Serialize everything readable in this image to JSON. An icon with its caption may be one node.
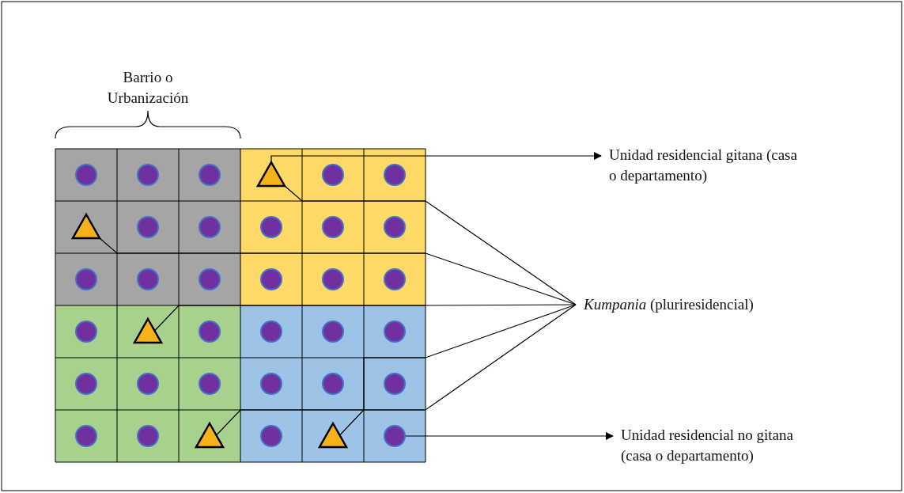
{
  "diagram": {
    "nodes": [
      {
        "text": [],
        "shape": "circle"
      },
      {
        "text": [],
        "shape": "circle"
      },
      {
        "text": [],
        "shape": "circle"
      },
      {
        "text": [],
        "shape": "triangle"
      },
      {
        "text": [],
        "shape": "circle"
      },
      {
        "text": [],
        "shape": "circle"
      },
      {
        "text": [],
        "shape": "triangle"
      },
      {
        "text": [],
        "shape": "circle"
      },
      {
        "text": [],
        "shape": "circle"
      },
      {
        "text": [],
        "shape": "circle"
      },
      {
        "text": [],
        "shape": "circle"
      },
      {
        "text": [],
        "shape": "circle"
      },
      {
        "text": [],
        "shape": "circle"
      },
      {
        "text": [],
        "shape": "circle"
      },
      {
        "text": [],
        "shape": "circle"
      },
      {
        "text": [],
        "shape": "circle"
      },
      {
        "text": [],
        "shape": "circle"
      },
      {
        "text": [],
        "shape": "circle"
      },
      {
        "text": [],
        "shape": "circle"
      },
      {
        "text": [],
        "shape": "triangle"
      },
      {
        "text": [],
        "shape": "circle"
      },
      {
        "text": [],
        "shape": "circle"
      },
      {
        "text": [],
        "shape": "circle"
      },
      {
        "text": [],
        "shape": "circle"
      },
      {
        "text": [],
        "shape": "circle"
      },
      {
        "text": [],
        "shape": "circle"
      },
      {
        "text": [],
        "shape": "circle"
      },
      {
        "text": [],
        "shape": "circle"
      },
      {
        "text": [],
        "shape": "circle"
      },
      {
        "text": [],
        "shape": "circle"
      },
      {
        "text": [],
        "shape": "circle"
      },
      {
        "text": [],
        "shape": "circle"
      },
      {
        "text": [],
        "shape": "triangle"
      },
      {
        "text": [],
        "shape": "circle"
      },
      {
        "text": [],
        "shape": "triangle"
      },
      {
        "text": [],
        "shape": "circle"
      },
      {
        "text": [
          "Unidad residencial gitana (casa o departamento)"
        ]
      },
      {
        "text": [
          "*Kumpania* (pluriresidencial)"
        ]
      },
      {
        "text": [
          "Unidad residencial no gitana (casa o departamento)"
        ]
      }
    ],
    "edges": [
      {
        "from": 3,
        "to": 36,
        "arrow": "to"
      },
      {
        "from": 3,
        "to": 37,
        "arrow": "none"
      },
      {
        "from": 6,
        "to": 37,
        "arrow": "none"
      },
      {
        "from": 19,
        "to": 37,
        "arrow": "none"
      },
      {
        "from": 32,
        "to": 37,
        "arrow": "none"
      },
      {
        "from": 34,
        "to": 37,
        "arrow": "none"
      },
      {
        "from": 35,
        "to": 38,
        "arrow": "to"
      }
    ],
    "labels": [
      "Barrio o Urbanización"
    ]
  }
}
